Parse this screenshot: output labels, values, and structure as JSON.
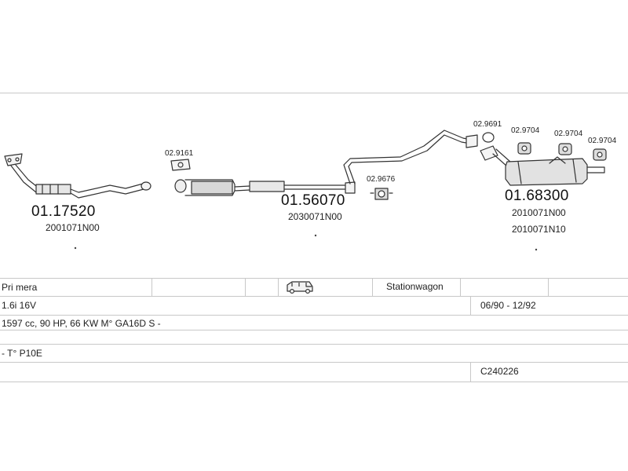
{
  "parts": {
    "downpipe": {
      "number": "01.17520",
      "oe": "2001071N00"
    },
    "gasket_front": {
      "number": "02.9161"
    },
    "center_silencer": {
      "number": "01.56070",
      "oe": "2030071N00"
    },
    "hanger_center": {
      "number": "02.9676"
    },
    "ring_rear": {
      "number": "02.9691"
    },
    "hanger_rear_1": {
      "number": "02.9704"
    },
    "hanger_rear_2": {
      "number": "02.9704"
    },
    "hanger_rear_3": {
      "number": "02.9704"
    },
    "rear_silencer": {
      "number": "01.68300",
      "oe_1": "2010071N00",
      "oe_2": "2010071N10"
    }
  },
  "table": {
    "model": "Pri mera",
    "body_icon": "station-wagon-car-icon",
    "body_type": "Stationwagon",
    "engine": "1.6i 16V",
    "years": "06/90 - 12/92",
    "engine_details": "1597 cc, 90 HP, 66 KW M° GA16D S -",
    "type_code": "- T° P10E",
    "catalog_code": "C240226"
  }
}
